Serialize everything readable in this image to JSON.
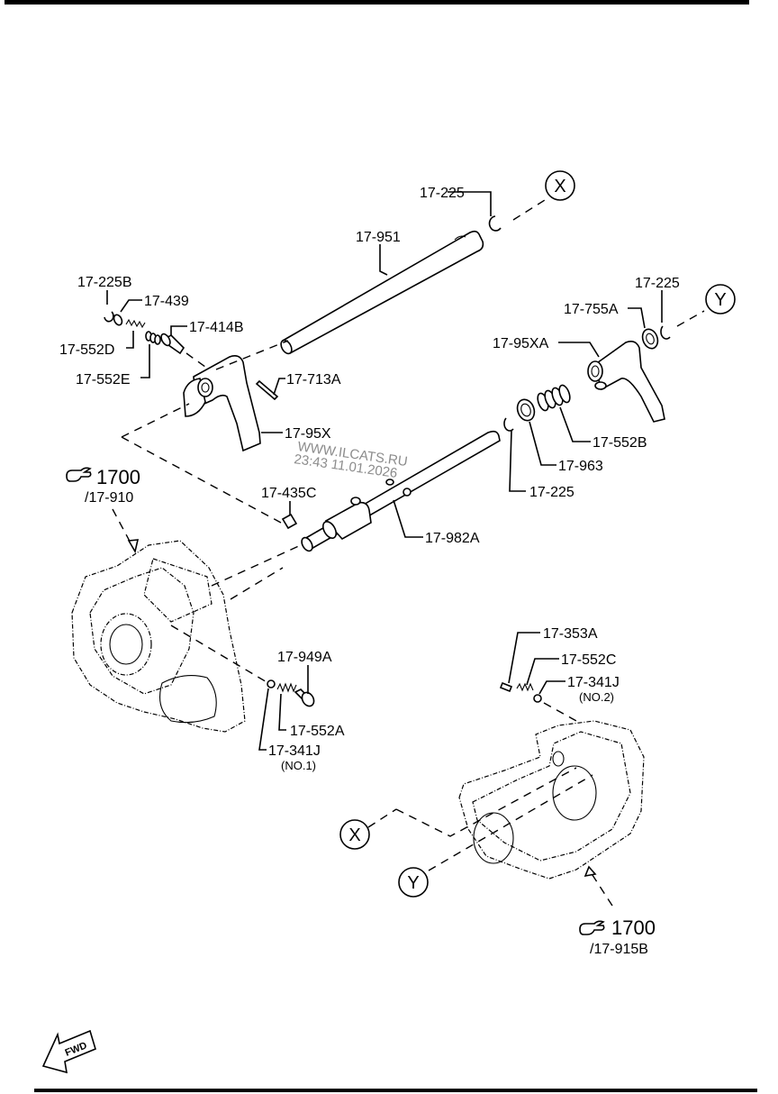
{
  "diagram": {
    "title": "",
    "colors": {
      "line": "#000000",
      "background": "#ffffff",
      "watermark": "#8c8c8c"
    },
    "parts": {
      "p_225_top": "17-225",
      "p_951": "17-951",
      "p_225b": "17-225B",
      "p_439": "17-439",
      "p_414b": "17-414B",
      "p_552d": "17-552D",
      "p_552e": "17-552E",
      "p_713a": "17-713A",
      "p_95x": "17-95X",
      "p_225_right": "17-225",
      "p_755a": "17-755A",
      "p_95xa": "17-95XA",
      "p_552b": "17-552B",
      "p_963": "17-963",
      "p_225_mid": "17-225",
      "p_435c": "17-435C",
      "p_982a": "17-982A",
      "p_949a": "17-949A",
      "p_552a": "17-552A",
      "p_341j_1": "17-341J",
      "p_341j_1_note": "(NO.1)",
      "p_353a": "17-353A",
      "p_552c": "17-552C",
      "p_341j_2": "17-341J",
      "p_341j_2_note": "(NO.2)"
    },
    "connectors": {
      "x_top": "X",
      "y_top": "Y",
      "x_bottom": "X",
      "y_bottom": "Y"
    },
    "references": {
      "ref1_group": "1700",
      "ref1_part": "/17-910",
      "ref2_group": "1700",
      "ref2_part": "/17-915B",
      "ref_icon": "pointing-hand-icon"
    },
    "fwd_arrow": {
      "label": "FWD",
      "icon": "fwd-arrow-icon"
    },
    "watermark": {
      "line1": "WWW.ILCATS.RU",
      "line2": "23:43 11.01.2026"
    }
  }
}
